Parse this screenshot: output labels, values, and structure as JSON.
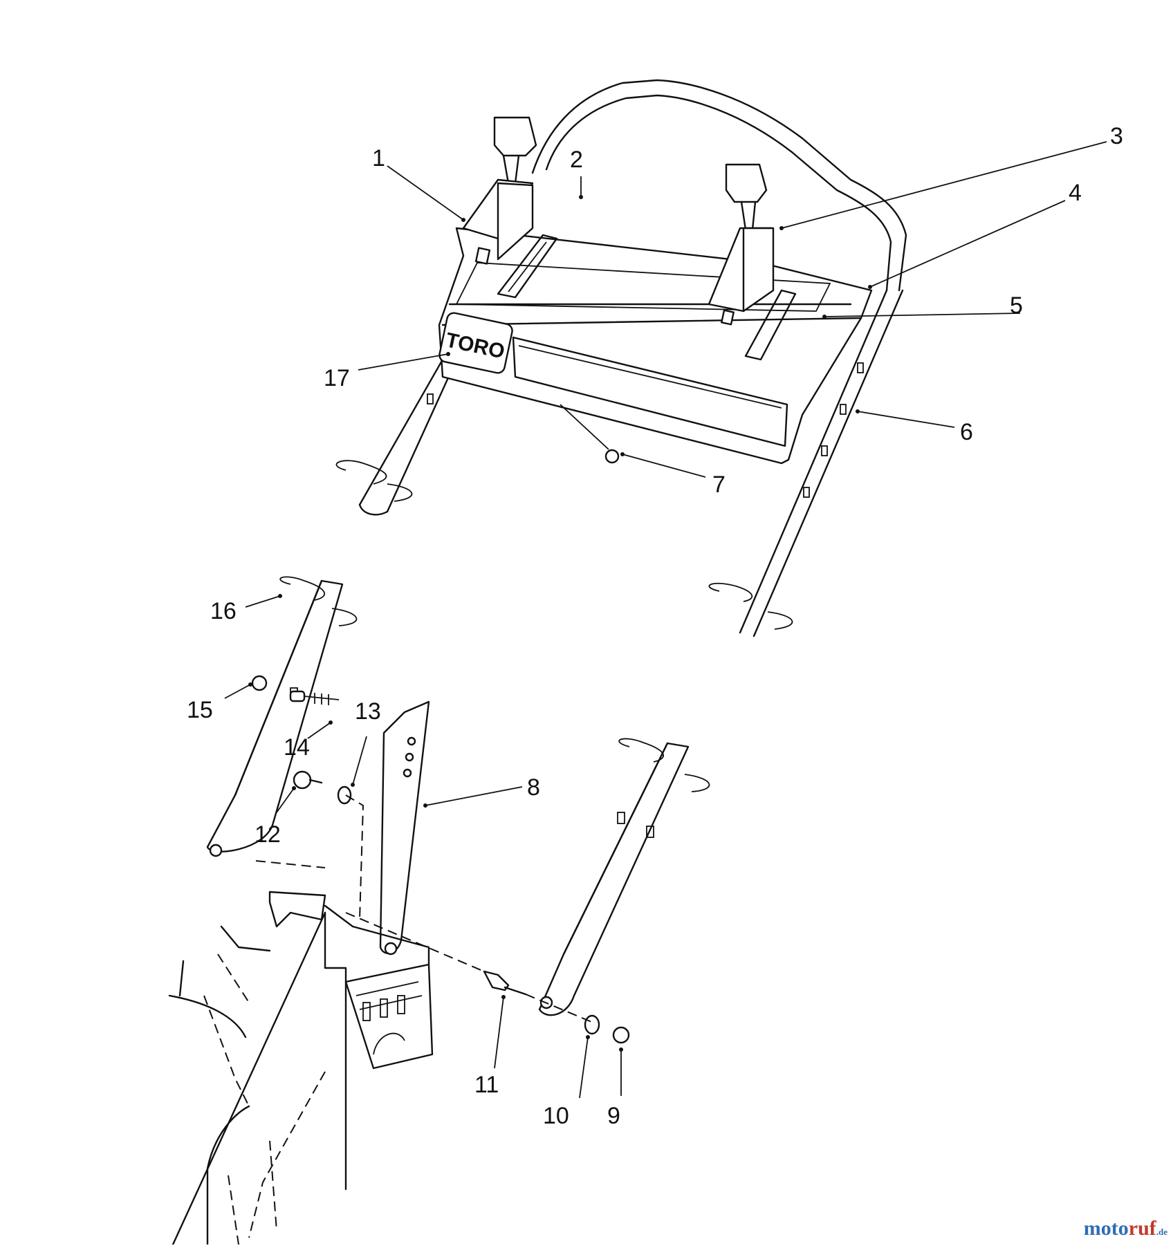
{
  "diagram": {
    "callouts": [
      "1",
      "2",
      "3",
      "4",
      "5",
      "6",
      "7",
      "8",
      "9",
      "10",
      "11",
      "12",
      "13",
      "14",
      "15",
      "16",
      "17"
    ],
    "logo_text": "TORO",
    "watermark": {
      "moto": "moto",
      "ruf": "ruf",
      "domain": ".de"
    },
    "colors": {
      "line": "#111111",
      "background": "#ffffff",
      "watermark_blue": "#2f6db5",
      "watermark_red": "#c0392b"
    }
  }
}
